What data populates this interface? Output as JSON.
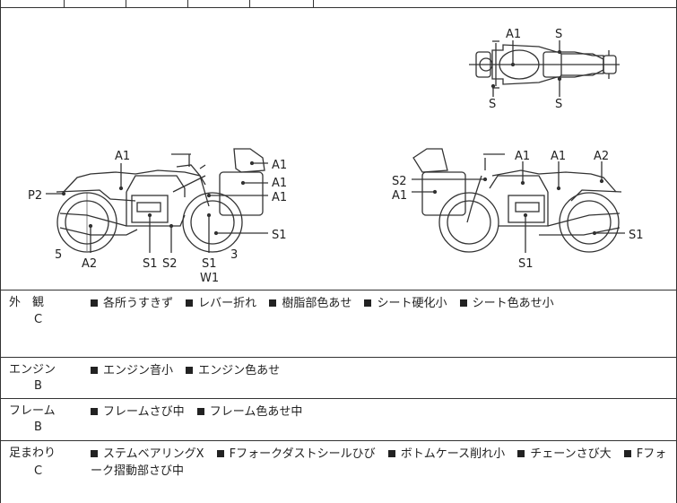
{
  "diagram": {
    "top_view_labels": [
      "A1",
      "S",
      "S",
      "S"
    ],
    "left_view_labels": [
      "A1",
      "P2",
      "A1",
      "A1",
      "A1",
      "S1",
      "5",
      "A2",
      "S1",
      "S2",
      "S1",
      "W1",
      "3"
    ],
    "right_view_labels": [
      "A1",
      "A1",
      "A2",
      "S2",
      "A1",
      "S1",
      "S1"
    ]
  },
  "conditions": [
    {
      "label": "外　観",
      "grade": "C",
      "items": [
        "各所うすきず",
        "レバー折れ",
        "樹脂部色あせ",
        "シート硬化小",
        "シート色あせ小"
      ]
    },
    {
      "label": "エンジン",
      "grade": "B",
      "items": [
        "エンジン音小",
        "エンジン色あせ"
      ]
    },
    {
      "label": "フレーム",
      "grade": "B",
      "items": [
        "フレームさび中",
        "フレーム色あせ中"
      ]
    },
    {
      "label": "足まわり",
      "grade": "C",
      "items": [
        "ステムベアリングX",
        "Fフォークダストシールひび",
        "ボトムケース削れ小",
        "チェーンさび大",
        "Fフォーク摺動部さび中"
      ]
    }
  ]
}
